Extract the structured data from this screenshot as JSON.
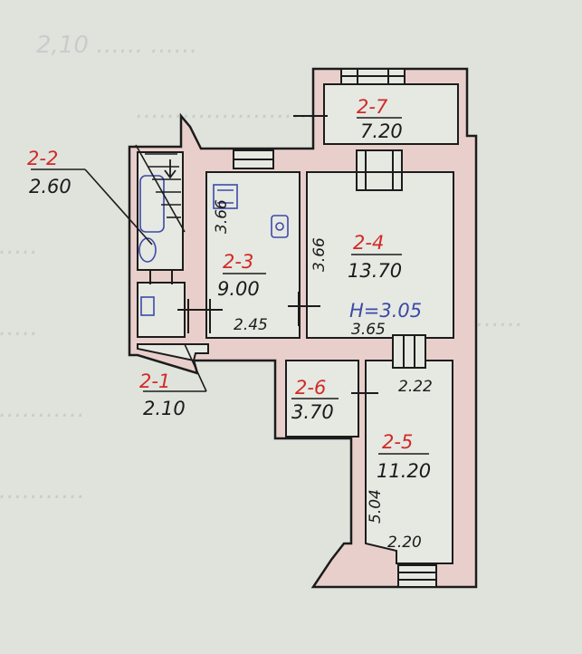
{
  "background_text": {
    "top": "2,10 …… ……",
    "mid": "…………………………",
    "row1": "……",
    "row2": "……",
    "row3": "………",
    "row4": "…………",
    "row5": "…………"
  },
  "rooms": [
    {
      "id": "r7",
      "label": "2-7",
      "area": "7.20"
    },
    {
      "id": "r2",
      "label": "2-2",
      "area": "2.60"
    },
    {
      "id": "r3",
      "label": "2-3",
      "area": "9.00"
    },
    {
      "id": "r4",
      "label": "2-4",
      "area": "13.70"
    },
    {
      "id": "r1",
      "label": "2-1",
      "area": "2.10"
    },
    {
      "id": "r6",
      "label": "2-6",
      "area": "3.70"
    },
    {
      "id": "r5",
      "label": "2-5",
      "area": "11.20"
    }
  ],
  "dimensions": {
    "r3_height": "3.66",
    "r3_width": "2.45",
    "r4_height": "3.66",
    "r4_width": "3.65",
    "ceiling": "H=3.05",
    "r5_top": "2.22",
    "r5_side": "5.04",
    "r5_bottom": "2.20"
  },
  "colors": {
    "paper": "#dfe3dc",
    "wall_fill": "#e9cfcb",
    "wall_stroke": "#1c1c1c",
    "red_ink": "#d12a26",
    "blue_ink": "#3b4aa8",
    "black_ink": "#1b1b1b"
  }
}
